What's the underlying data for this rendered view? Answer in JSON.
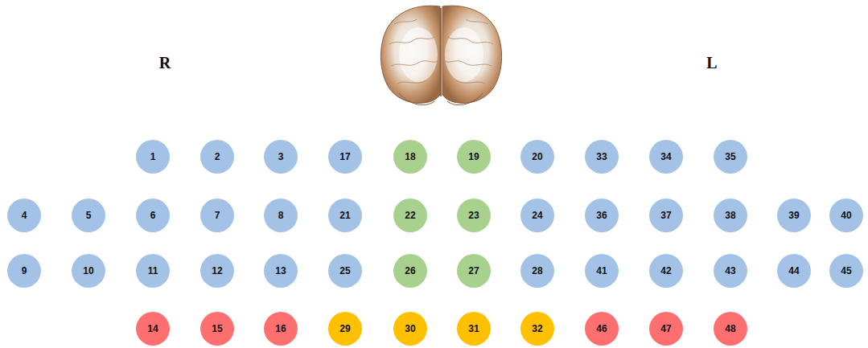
{
  "diagram": {
    "nodes": [
      {
        "text": [
          "1"
        ]
      },
      {
        "text": [
          "2"
        ]
      },
      {
        "text": [
          "3"
        ]
      },
      {
        "text": [
          "17"
        ]
      },
      {
        "text": [
          "18"
        ]
      },
      {
        "text": [
          "19"
        ]
      },
      {
        "text": [
          "20"
        ]
      },
      {
        "text": [
          "33"
        ]
      },
      {
        "text": [
          "34"
        ]
      },
      {
        "text": [
          "35"
        ]
      },
      {
        "text": [
          "4"
        ]
      },
      {
        "text": [
          "5"
        ]
      },
      {
        "text": [
          "6"
        ]
      },
      {
        "text": [
          "7"
        ]
      },
      {
        "text": [
          "8"
        ]
      },
      {
        "text": [
          "21"
        ]
      },
      {
        "text": [
          "22"
        ]
      },
      {
        "text": [
          "23"
        ]
      },
      {
        "text": [
          "24"
        ]
      },
      {
        "text": [
          "36"
        ]
      },
      {
        "text": [
          "37"
        ]
      },
      {
        "text": [
          "38"
        ]
      },
      {
        "text": [
          "39"
        ]
      },
      {
        "text": [
          "40"
        ]
      },
      {
        "text": [
          "9"
        ]
      },
      {
        "text": [
          "10"
        ]
      },
      {
        "text": [
          "11"
        ]
      },
      {
        "text": [
          "12"
        ]
      },
      {
        "text": [
          "13"
        ]
      },
      {
        "text": [
          "25"
        ]
      },
      {
        "text": [
          "26"
        ]
      },
      {
        "text": [
          "27"
        ]
      },
      {
        "text": [
          "28"
        ]
      },
      {
        "text": [
          "41"
        ]
      },
      {
        "text": [
          "42"
        ]
      },
      {
        "text": [
          "43"
        ]
      },
      {
        "text": [
          "44"
        ]
      },
      {
        "text": [
          "45"
        ]
      },
      {
        "text": [
          "14"
        ]
      },
      {
        "text": [
          "15"
        ]
      },
      {
        "text": [
          "16"
        ]
      },
      {
        "text": [
          "29"
        ]
      },
      {
        "text": [
          "30"
        ]
      },
      {
        "text": [
          "31"
        ]
      },
      {
        "text": [
          "32"
        ]
      },
      {
        "text": [
          "46"
        ]
      },
      {
        "text": [
          "47"
        ]
      },
      {
        "text": [
          "48"
        ]
      }
    ],
    "labels": [
      "R",
      "L"
    ]
  }
}
